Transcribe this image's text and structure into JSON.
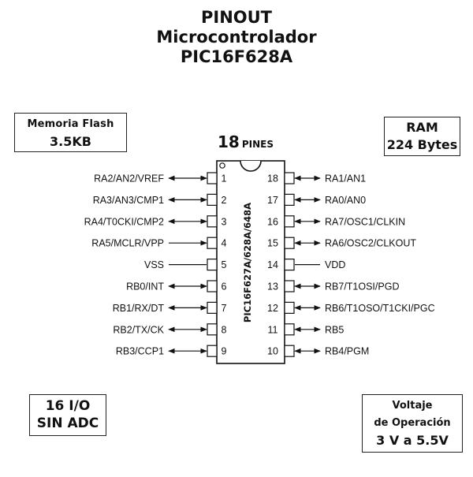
{
  "title": {
    "line1": "PINOUT",
    "line2": "Microcontrolador",
    "line3": "PIC16F628A"
  },
  "boxes": {
    "flash": {
      "line1": "Memoria Flash",
      "line2": "3.5KB"
    },
    "ram": {
      "line1": "RAM",
      "line2": "224 Bytes"
    },
    "io": {
      "line1": "16 I/O",
      "line2": "SIN ADC"
    },
    "voltage": {
      "line1": "Voltaje",
      "line2": "de Operación",
      "line3": "3 V a 5.5V"
    }
  },
  "pin_count": {
    "number": "18",
    "label": "PINES"
  },
  "chip": {
    "part_label": "PIC16F627A/628A/648A"
  },
  "left_pins": [
    {
      "number": "1",
      "name": "RA2/AN2/VREF",
      "arrow": "both"
    },
    {
      "number": "2",
      "name": "RA3/AN3/CMP1",
      "arrow": "both"
    },
    {
      "number": "3",
      "name": "RA4/T0CKI/CMP2",
      "arrow": "both"
    },
    {
      "number": "4",
      "name": "RA5/MCLR/VPP",
      "arrow": "in"
    },
    {
      "number": "5",
      "name": "VSS",
      "arrow": "none"
    },
    {
      "number": "6",
      "name": "RB0/INT",
      "arrow": "both"
    },
    {
      "number": "7",
      "name": "RB1/RX/DT",
      "arrow": "both"
    },
    {
      "number": "8",
      "name": "RB2/TX/CK",
      "arrow": "both"
    },
    {
      "number": "9",
      "name": "RB3/CCP1",
      "arrow": "both"
    }
  ],
  "right_pins": [
    {
      "number": "18",
      "name": "RA1/AN1",
      "arrow": "both"
    },
    {
      "number": "17",
      "name": "RA0/AN0",
      "arrow": "both"
    },
    {
      "number": "16",
      "name": "RA7/OSC1/CLKIN",
      "arrow": "both"
    },
    {
      "number": "15",
      "name": "RA6/OSC2/CLKOUT",
      "arrow": "both"
    },
    {
      "number": "14",
      "name": "VDD",
      "arrow": "none"
    },
    {
      "number": "13",
      "name": "RB7/T1OSI/PGD",
      "arrow": "both"
    },
    {
      "number": "12",
      "name": "RB6/T1OSO/T1CKI/PGC",
      "arrow": "both"
    },
    {
      "number": "11",
      "name": "RB5",
      "arrow": "both"
    },
    {
      "number": "10",
      "name": "RB4/PGM",
      "arrow": "both"
    }
  ],
  "colors": {
    "ink": "#111111",
    "background": "#ffffff"
  }
}
